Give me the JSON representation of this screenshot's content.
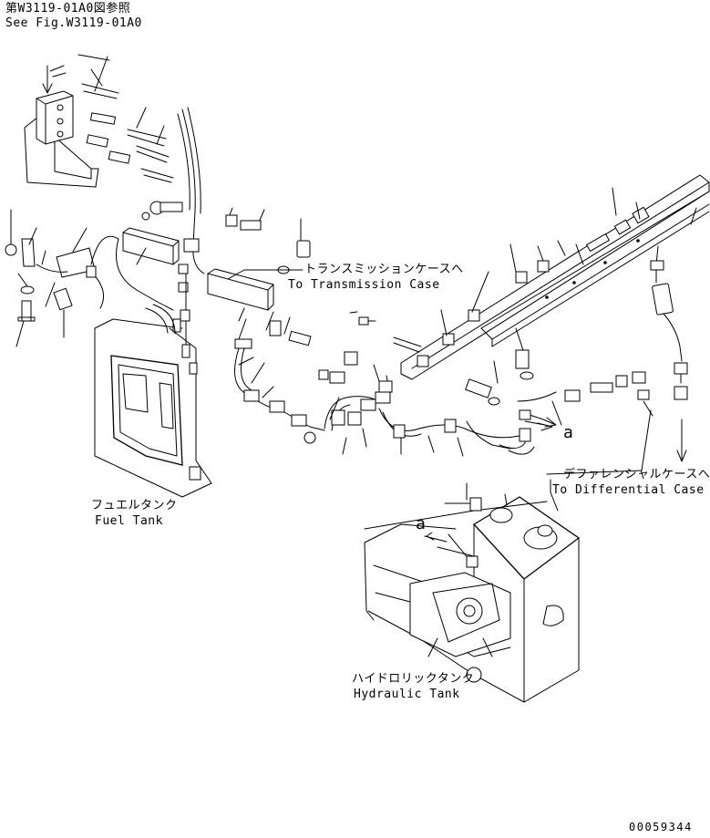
{
  "reference": {
    "line_jp": "第W3119-01A0図参照",
    "line_en": "See Fig.W3119-01A0"
  },
  "labels": {
    "transmission_jp": "トランスミッションケースへ",
    "transmission_en": "To Transmission Case",
    "fuel_tank_jp": "フュエルタンク",
    "fuel_tank_en": "Fuel Tank",
    "differential_jp": "デファレンシャルケースへ",
    "differential_en": "To Differential Case",
    "hydraulic_tank_jp": "ハイドロリックタンク",
    "hydraulic_tank_en": "Hydraulic Tank",
    "marker_a_arrow": "a",
    "marker_a_tank": "a"
  },
  "drawing_number": "00059344"
}
